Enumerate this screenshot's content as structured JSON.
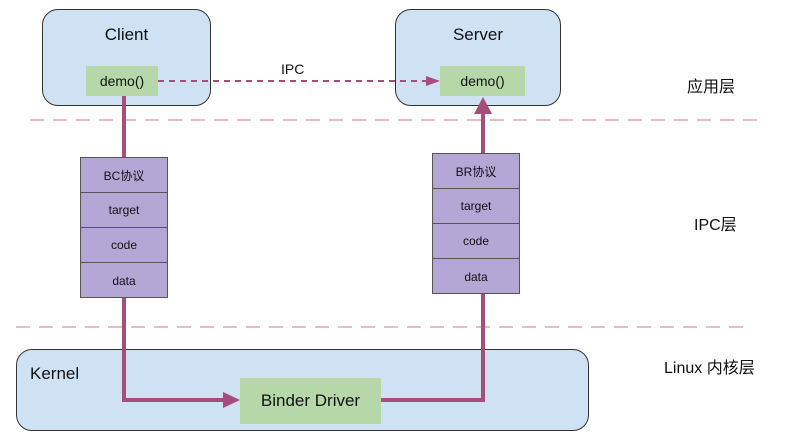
{
  "client": {
    "title": "Client",
    "method": "demo()"
  },
  "server": {
    "title": "Server",
    "method": "demo()"
  },
  "ipc_arrow_label": "IPC",
  "bc_stack": {
    "header": "BC协议",
    "rows": [
      "target",
      "code",
      "data"
    ]
  },
  "br_stack": {
    "header": "BR协议",
    "rows": [
      "target",
      "code",
      "data"
    ]
  },
  "kernel": {
    "title": "Kernel",
    "driver": "Binder Driver"
  },
  "layers": {
    "app": "应用层",
    "ipc": "IPC层",
    "kernel": "Linux 内核层"
  },
  "colors": {
    "container_fill": "#cfe2f3",
    "method_fill": "#b6d7a8",
    "stack_fill": "#b4a7d6",
    "path_line": "#a64d79",
    "divider": "#d5a6bd"
  }
}
